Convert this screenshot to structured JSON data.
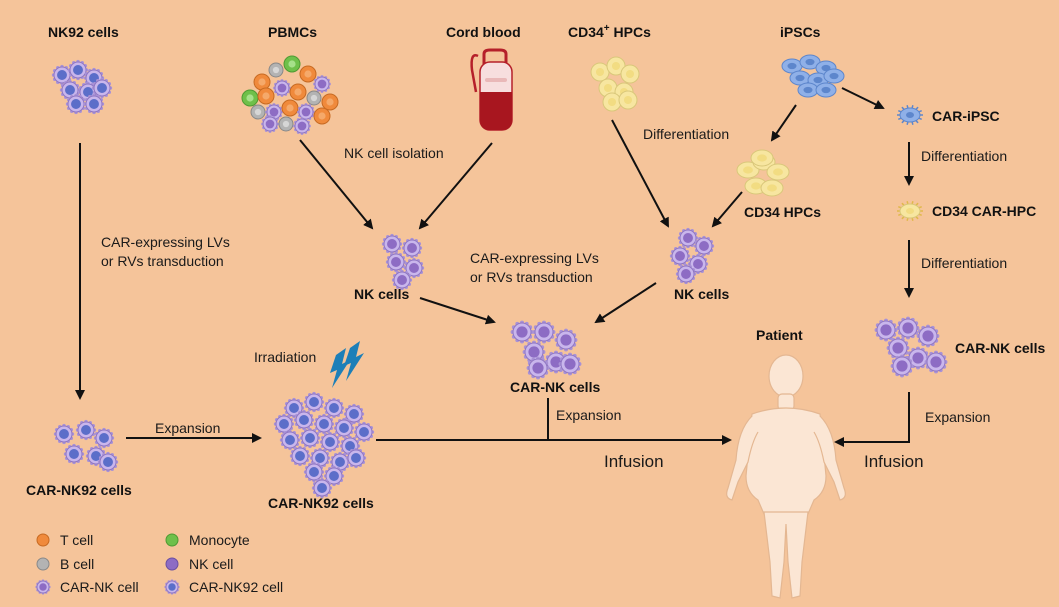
{
  "sources": {
    "nk92": "NK92 cells",
    "pbmcs": "PBMCs",
    "cord_blood": "Cord blood",
    "cd34_base": "CD34",
    "cd34_sup": "+",
    "cd34_rest": " HPCs",
    "ipscs": "iPSCs"
  },
  "steps": {
    "nk_isolation": "NK cell isolation",
    "differentiation_mid": "Differentiation",
    "cd34_hpcs_ipsc": "CD34 HPCs",
    "car_ipsc": "CAR-iPSC",
    "differentiation_right1": "Differentiation",
    "cd34_car_hpc": "CD34 CAR-HPC",
    "differentiation_right2": "Differentiation",
    "transduction_left_1": "CAR-expressing LVs",
    "transduction_left_2": "or RVs  transduction",
    "transduction_mid_1": "CAR-expressing LVs",
    "transduction_mid_2": "or RVs  transduction",
    "nk_cells_left": "NK cells",
    "nk_cells_right": "NK cells",
    "car_nk_center": "CAR-NK cells",
    "car_nk_right": "CAR-NK cells",
    "car_nk92_left": "CAR-NK92 cells",
    "car_nk92_center": "CAR-NK92 cells",
    "irradiation": "Irradiation",
    "expansion_left": "Expansion",
    "expansion_center": "Expansion",
    "expansion_right": "Expansion",
    "infusion_center": "Infusion",
    "infusion_right": "Infusion",
    "patient": "Patient"
  },
  "legend": [
    {
      "label": "T cell",
      "color": "#f08a3c"
    },
    {
      "label": "Monocyte",
      "color": "#6fc04a"
    },
    {
      "label": "B cell",
      "color": "#b3b3b3"
    },
    {
      "label": "NK cell",
      "color": "#8d6cc4"
    },
    {
      "label": "CAR-NK cell",
      "color": "#8d6cc4"
    },
    {
      "label": "CAR-NK92 cell",
      "color": "#5b6ec9"
    }
  ],
  "colors": {
    "background": "#f5c49a",
    "nk_cell": "#8d6cc4",
    "nk92_cell": "#5b6ec9",
    "t_cell": "#f08a3c",
    "b_cell": "#b3b3b3",
    "monocyte": "#6fc04a",
    "hpc": "#f7e6a0",
    "ipsc": "#8fb0e8",
    "blood": "#b5202a",
    "lightning": "#1d7fb8",
    "skin": "#fbe6d4"
  }
}
